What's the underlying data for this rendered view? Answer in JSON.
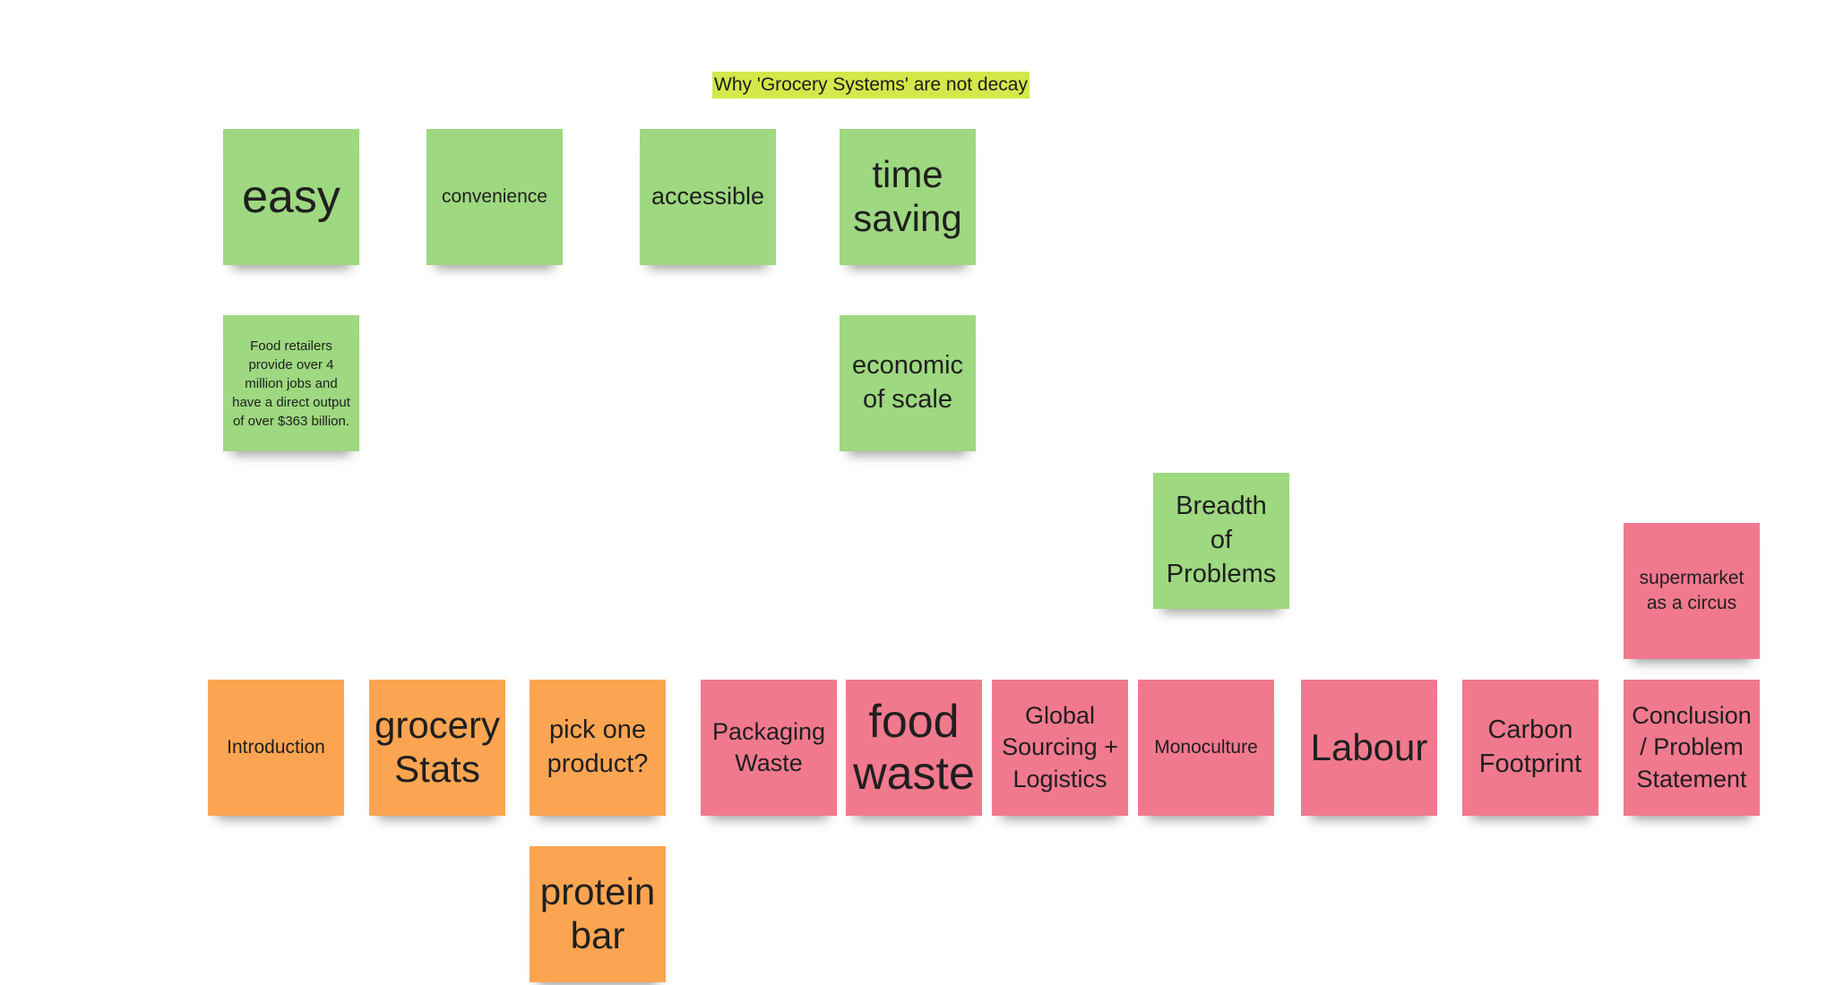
{
  "board": {
    "title": "Why 'Grocery Systems' are not decay"
  },
  "notes": {
    "easy": "easy",
    "convenience": "convenience",
    "accessible": "accessible",
    "time_saving": "time saving",
    "food_retailers": "Food retailers provide over 4 million jobs and have a direct output of over $363 billion.",
    "economic_of_scale": "economic of scale",
    "breadth_of_problems": "Breadth of Problems",
    "supermarket_circus": "supermarket as a circus",
    "introduction": "Introduction",
    "grocery_stats": "grocery Stats",
    "pick_one_product": "pick one product?",
    "protein_bar": "protein bar",
    "packaging_waste": "Packaging Waste",
    "food_waste": "food waste",
    "global_sourcing": "Global Sourcing + Logistics",
    "monoculture": "Monoculture",
    "labour": "Labour",
    "carbon_footprint": "Carbon Footprint",
    "conclusion": "Conclusion / Problem Statement"
  },
  "colors": {
    "green_note": "#9ed880",
    "orange_note": "#fba552",
    "pink_note": "#f1798e",
    "title_highlight": "#d3e84a"
  }
}
